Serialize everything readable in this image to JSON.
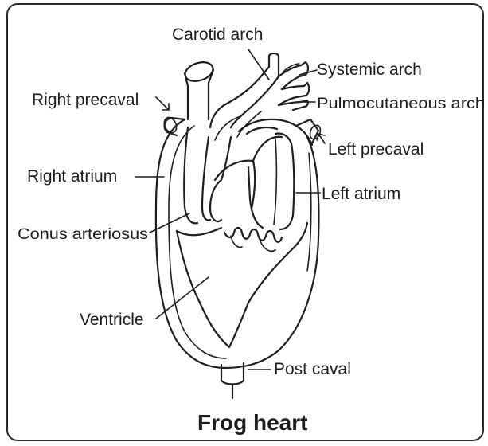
{
  "title": "Frog heart",
  "labels": {
    "carotid_arch": "Carotid arch",
    "systemic_arch": "Systemic arch",
    "pulmocutaneous_arch": "Pulmocutaneous arch",
    "right_precaval": "Right precaval",
    "left_precaval": "Left precaval",
    "right_atrium": "Right atrium",
    "left_atrium": "Left atrium",
    "conus_arteriosus": "Conus arteriosus",
    "ventricle": "Ventricle",
    "post_caval": "Post caval"
  },
  "colors": {
    "ink": "#1e1e1e",
    "background": "#ffffff"
  }
}
